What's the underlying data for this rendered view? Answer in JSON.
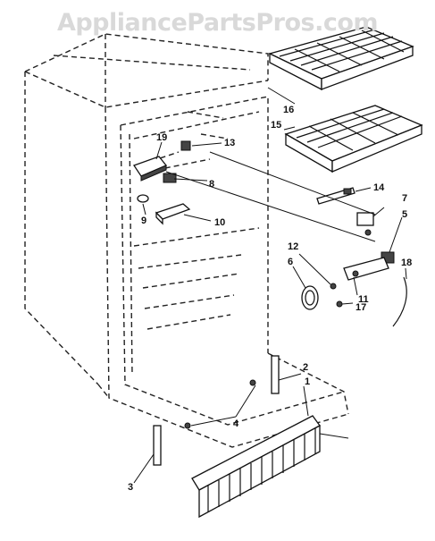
{
  "watermark": {
    "text": "AppliancePartsPros.com"
  },
  "callouts": [
    {
      "id": "16",
      "label": "16"
    },
    {
      "id": "15",
      "label": "15"
    },
    {
      "id": "19",
      "label": "19"
    },
    {
      "id": "13",
      "label": "13"
    },
    {
      "id": "14",
      "label": "14"
    },
    {
      "id": "8",
      "label": "8"
    },
    {
      "id": "7",
      "label": "7"
    },
    {
      "id": "5",
      "label": "5"
    },
    {
      "id": "10",
      "label": "10"
    },
    {
      "id": "9",
      "label": "9"
    },
    {
      "id": "12",
      "label": "12"
    },
    {
      "id": "6",
      "label": "6"
    },
    {
      "id": "18",
      "label": "18"
    },
    {
      "id": "11",
      "label": "11"
    },
    {
      "id": "17",
      "label": "17"
    },
    {
      "id": "2",
      "label": "2"
    },
    {
      "id": "1",
      "label": "1"
    },
    {
      "id": "4",
      "label": "4"
    },
    {
      "id": "3",
      "label": "3"
    }
  ]
}
